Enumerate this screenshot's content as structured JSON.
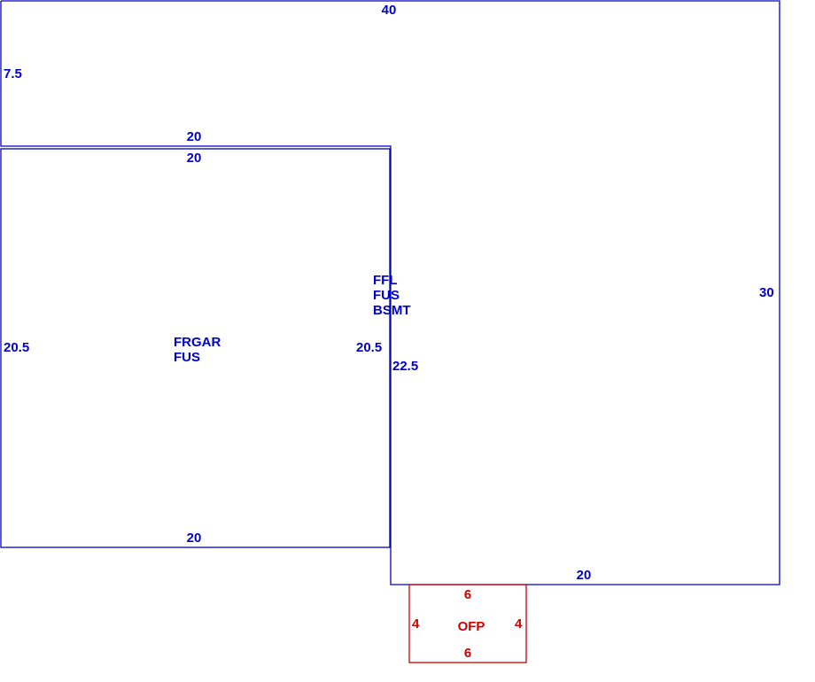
{
  "colors": {
    "main": "#0000cc",
    "porch": "#cc0000"
  },
  "house": {
    "label_lines": [
      "FFL",
      "FUS",
      "BSMT"
    ],
    "dims": {
      "top": "40",
      "left_upper": "7.5",
      "notch_top": "20",
      "right": "30",
      "inner_left": "22.5",
      "bottom": "20"
    }
  },
  "garage": {
    "label_lines": [
      "FRGAR",
      "FUS"
    ],
    "dims": {
      "top": "20",
      "left": "20.5",
      "right": "20.5",
      "bottom": "20"
    }
  },
  "porch": {
    "label": "OFP",
    "dims": {
      "top": "6",
      "left": "4",
      "right": "4",
      "bottom": "6"
    }
  }
}
